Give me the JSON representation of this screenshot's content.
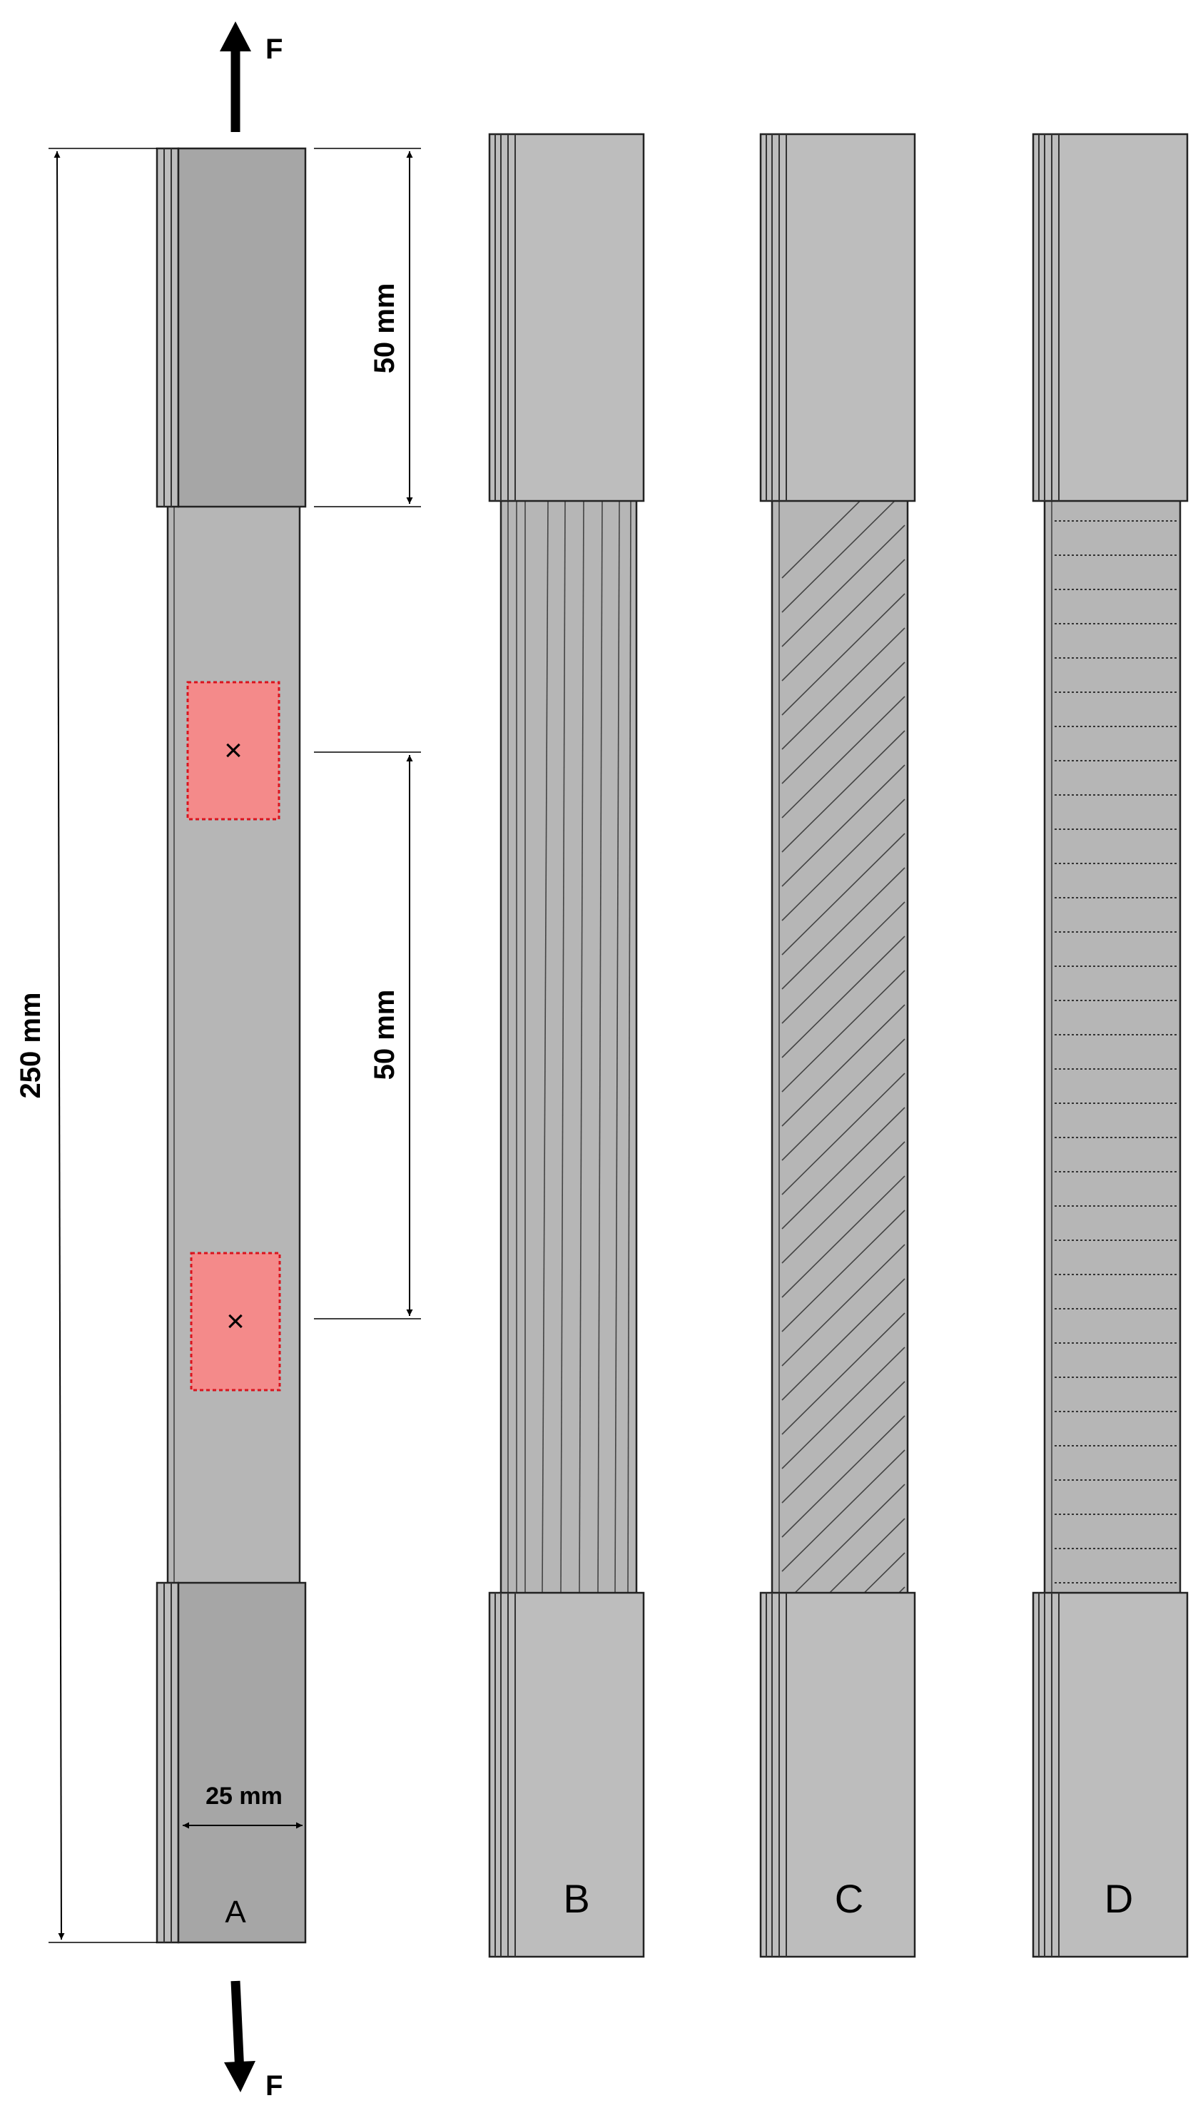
{
  "force": {
    "label_top": "F",
    "label_bottom": "F"
  },
  "dimensions": {
    "total_length": "250 mm",
    "tab_length": "50 mm",
    "gauge_distance": "50 mm",
    "width": "25 mm"
  },
  "specimens": [
    {
      "id": "A",
      "label": "A",
      "fiber_orientation": "none"
    },
    {
      "id": "B",
      "label": "B",
      "fiber_orientation": "0"
    },
    {
      "id": "C",
      "label": "C",
      "fiber_orientation": "45"
    },
    {
      "id": "D",
      "label": "D",
      "fiber_orientation": "90"
    }
  ],
  "strain_marker_symbol": "×",
  "colors": {
    "tab": "#bdbdbd",
    "tab_A": "#a6a6a6",
    "gauge": "#b6b6b6",
    "strain_patch": "#f48a8a",
    "strain_outline": "#d9141e"
  }
}
